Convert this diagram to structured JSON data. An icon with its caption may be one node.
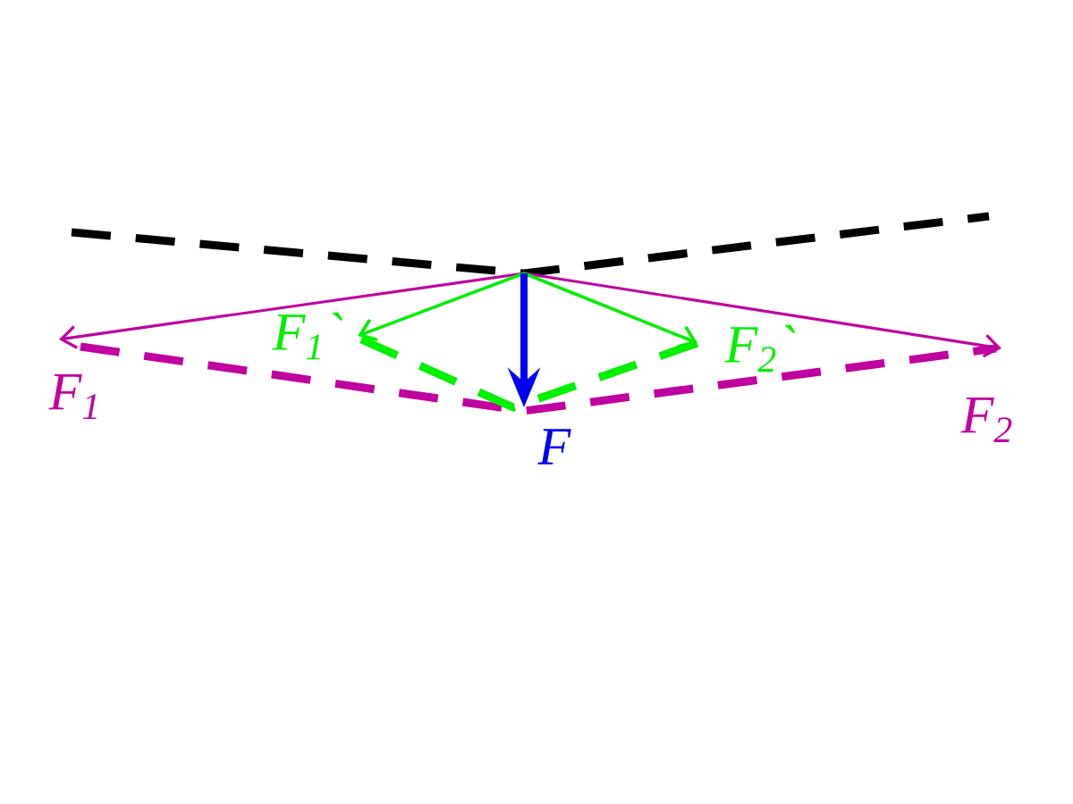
{
  "diagram": {
    "labels": [
      "F$_{1}$`",
      "F$_{2}$`",
      "F$_{1}$",
      "F$_{2}$",
      "F"
    ]
  }
}
